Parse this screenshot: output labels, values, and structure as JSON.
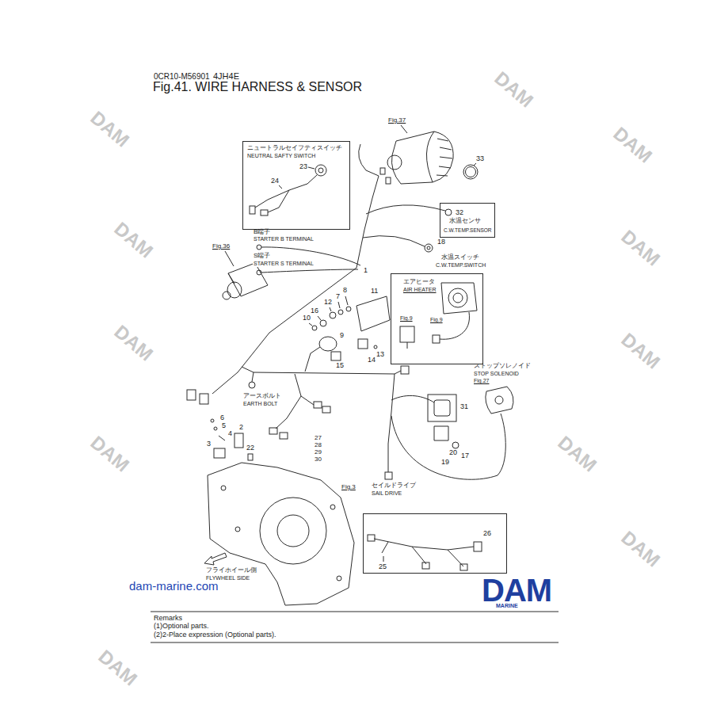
{
  "diagram": {
    "title": "Fig.41. WIRE HARNESS & SENSOR",
    "nodes": [
      {
        "text": [
          "ニュートラルセイフティスイッチ",
          "NEUTRAL SAFTY SWITCH",
          "23",
          "24"
        ]
      },
      {
        "text": [
          "32",
          "水温センサ",
          "C.W.TEMP.SENSOR"
        ]
      },
      {
        "text": [
          "エアヒータ",
          "AIR HEATER",
          "Fig.9",
          "Fig.9"
        ]
      },
      {
        "text": [
          "25",
          "26"
        ]
      }
    ],
    "labels": [
      "0CR10-M56901",
      "4JH4E",
      "Fig.37",
      "33",
      "B端子",
      "STARTER B TERMINAL",
      "Fig.36",
      "S端子",
      "STARTER S TERMINAL",
      "1",
      "18",
      "水温スイッチ",
      "C.W.TEMP.SWITCH",
      "11",
      "8",
      "7",
      "12",
      "16",
      "10",
      "9",
      "15",
      "14",
      "13",
      "ストップソレノイド",
      "STOP SOLENOID",
      "Fig.27",
      "アースボルト",
      "EARTH BOLT",
      "6",
      "5",
      "2",
      "4",
      "3",
      "22",
      "27",
      "28",
      "29",
      "30",
      "31",
      "20",
      "17",
      "19",
      "セイルドライブ",
      "SAIL DRIVE",
      "Fig.3",
      "フライホイール側",
      "FLYWHEEL SIDE",
      "dam-marine.com",
      "DAM",
      "MARINE",
      "Remarks",
      "(1)Optional parts.",
      "(2)2-Place expression (Optional parts).",
      "DAM",
      "DAM",
      "DAM",
      "DAM",
      "DAM",
      "DAM",
      "DAM",
      "DAM",
      "DAM",
      "DAM",
      "DAM"
    ]
  }
}
